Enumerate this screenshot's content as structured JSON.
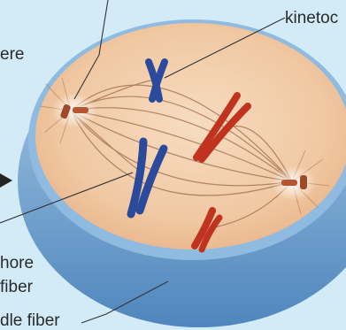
{
  "labels": {
    "kinetochore": "kinetoc",
    "centrosphere": "ere",
    "astral_line1": "hore",
    "astral_line2": "fiber",
    "spindle_fiber": "dle fiber"
  },
  "colors": {
    "background": "#d3ebf7",
    "membrane": "#6fa3cf",
    "cytoplasm": "#f1c8a2",
    "spindle": "#9a6a4a",
    "chromosome_blue": "#2c4a9c",
    "chromosome_red": "#c0331f",
    "centriole": "#a0482a",
    "leader_line": "#333333"
  }
}
